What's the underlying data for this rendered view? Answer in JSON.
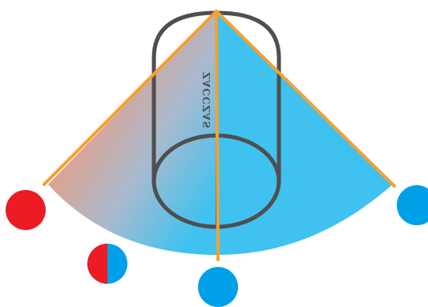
{
  "diagram": {
    "cylinder_label": "ZACCZAS",
    "colors": {
      "warm": "#ED1C24",
      "warm_gradient": "#F29A77",
      "cool": "#3FC2F0",
      "cool_dot": "#00A0E9",
      "orange_rays": "#F5A030",
      "cylinder_stroke": "#4F4F4F"
    },
    "markers": [
      {
        "name": "red-circle",
        "color": "red"
      },
      {
        "name": "split-circle",
        "color": "red-blue"
      },
      {
        "name": "blue-circle-bottom",
        "color": "blue"
      },
      {
        "name": "blue-circle-right",
        "color": "blue"
      }
    ]
  }
}
